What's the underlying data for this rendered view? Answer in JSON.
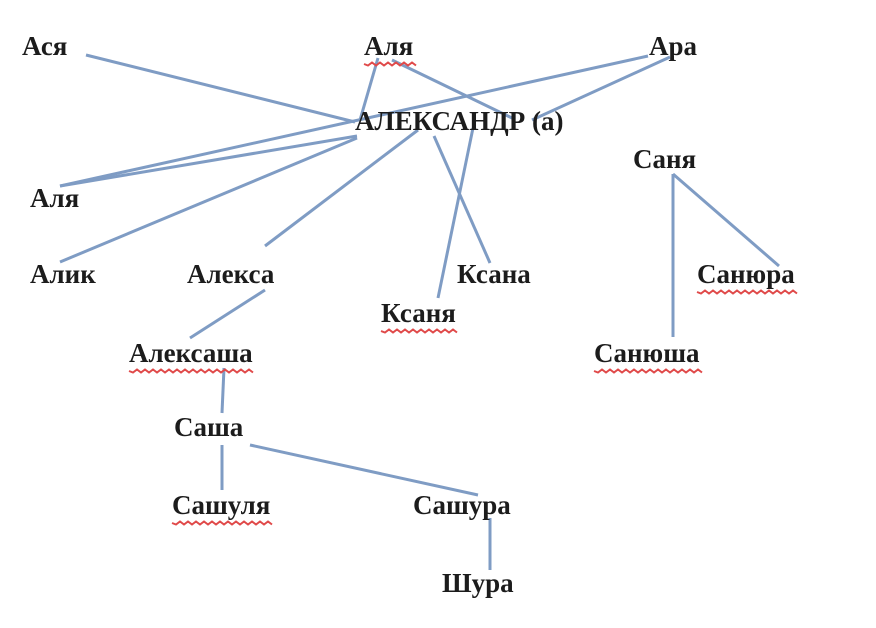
{
  "colors": {
    "edge": "#7f9cc4",
    "text": "#1c1c1c",
    "spellcheck_underline": "#e04a4a",
    "background": "#ffffff"
  },
  "nodes": [
    {
      "id": "asya",
      "label": "Ася",
      "underlined": false
    },
    {
      "id": "alya_top",
      "label": "Аля",
      "underlined": true
    },
    {
      "id": "ara",
      "label": "Ара",
      "underlined": false
    },
    {
      "id": "alexandr",
      "label": "АЛЕКСАНДР (а)",
      "underlined": false
    },
    {
      "id": "sanya",
      "label": "Саня",
      "underlined": false
    },
    {
      "id": "alya_left",
      "label": "Аля",
      "underlined": false
    },
    {
      "id": "alik",
      "label": "Алик",
      "underlined": false
    },
    {
      "id": "aleksa",
      "label": "Алекса",
      "underlined": false
    },
    {
      "id": "ksana",
      "label": "Ксана",
      "underlined": false
    },
    {
      "id": "sanyura",
      "label": "Санюра",
      "underlined": true
    },
    {
      "id": "ksanya",
      "label": "Ксаня",
      "underlined": true
    },
    {
      "id": "aleksasha",
      "label": "Алексаша",
      "underlined": true
    },
    {
      "id": "sanyusha",
      "label": "Санюша",
      "underlined": true
    },
    {
      "id": "sasha",
      "label": "Саша",
      "underlined": false
    },
    {
      "id": "sashulya",
      "label": "Сашуля",
      "underlined": true
    },
    {
      "id": "sashura",
      "label": "Сашура",
      "underlined": false
    },
    {
      "id": "shura",
      "label": "Шура",
      "underlined": false
    }
  ],
  "edges": [
    [
      "asya",
      "alexandr"
    ],
    [
      "alya_top",
      "alexandr"
    ],
    [
      "alya_top",
      "ara"
    ],
    [
      "ara",
      "alya_left"
    ],
    [
      "ara",
      "alexandr"
    ],
    [
      "alexandr",
      "alya_left"
    ],
    [
      "alexandr",
      "alik"
    ],
    [
      "alexandr",
      "aleksa"
    ],
    [
      "alexandr",
      "ksana"
    ],
    [
      "alexandr",
      "ksanya"
    ],
    [
      "aleksa",
      "aleksasha"
    ],
    [
      "aleksasha",
      "sasha"
    ],
    [
      "sasha",
      "sashulya"
    ],
    [
      "sasha",
      "sashura"
    ],
    [
      "sashura",
      "shura"
    ],
    [
      "sanya",
      "sanyura"
    ],
    [
      "sanya",
      "sanyusha"
    ]
  ]
}
